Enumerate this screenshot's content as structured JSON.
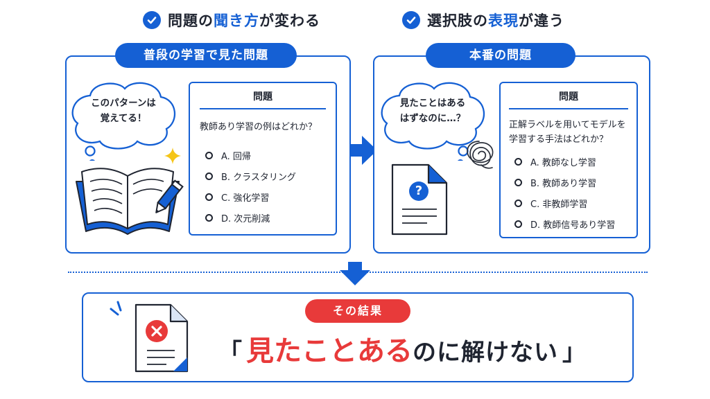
{
  "headings": {
    "left": {
      "part1": "問題の",
      "highlight": "聞き方",
      "part2": "が変わる"
    },
    "right": {
      "part1": "選択肢の",
      "highlight": "表現",
      "part2": "が違う"
    }
  },
  "left_panel": {
    "title": "普段の学習で見た問題",
    "bubble": {
      "line1": "このパターンは",
      "line2": "覚えてる！"
    },
    "card": {
      "title": "問題",
      "question": [
        "教師あり学習の例はどれか？"
      ],
      "options": [
        "A. 回帰",
        "B. クラスタリング",
        "C. 強化学習",
        "D. 次元削減"
      ]
    }
  },
  "right_panel": {
    "title": "本番の問題",
    "bubble": {
      "line1": "見たことはある",
      "line2": "はずなのに…？"
    },
    "card": {
      "title": "問題",
      "question": [
        "正解ラベルを用いてモデルを",
        "学習する手法はどれか？"
      ],
      "options": [
        "A. 教師なし学習",
        "B. 教師あり学習",
        "C. 非教師学習",
        "D. 教師信号あり学習"
      ]
    },
    "doc_icon_symbol": "?"
  },
  "result": {
    "pill": "その結果",
    "open_quote": "「",
    "highlight": "見たことある",
    "part2": "のに解けない",
    "close_quote": "」"
  },
  "colors": {
    "primary": "#1560d4",
    "accent": "#e83a3a",
    "star": "#f5c518",
    "paper": "#eef3fb"
  },
  "icons": [
    "check-circle-icon",
    "open-book-icon",
    "pencil-icon",
    "sparkle-icon",
    "document-question-icon",
    "scribble-icon",
    "document-error-icon",
    "alert-lines-icon",
    "arrow-right-icon",
    "arrow-down-icon"
  ]
}
